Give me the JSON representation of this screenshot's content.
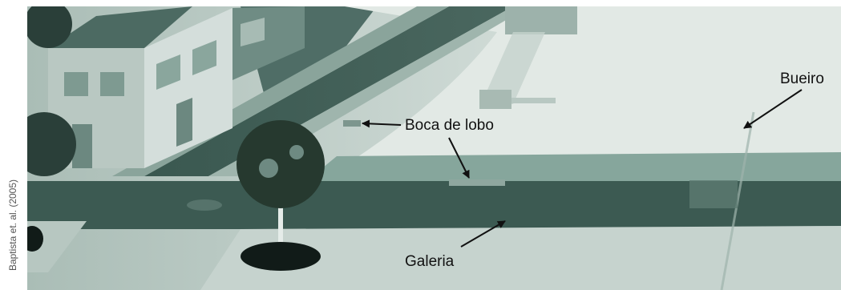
{
  "credit": "Baptista et. al. (2005)",
  "labels": {
    "boca_de_lobo": "Boca de lobo",
    "bueiro": "Bueiro",
    "galeria": "Galeria"
  },
  "colors": {
    "tint": "#5f7f77",
    "sidewalk": "#c2cfca",
    "road": "#3f5d55",
    "grass": "#7f9f95",
    "field": "#d6dfdb"
  }
}
